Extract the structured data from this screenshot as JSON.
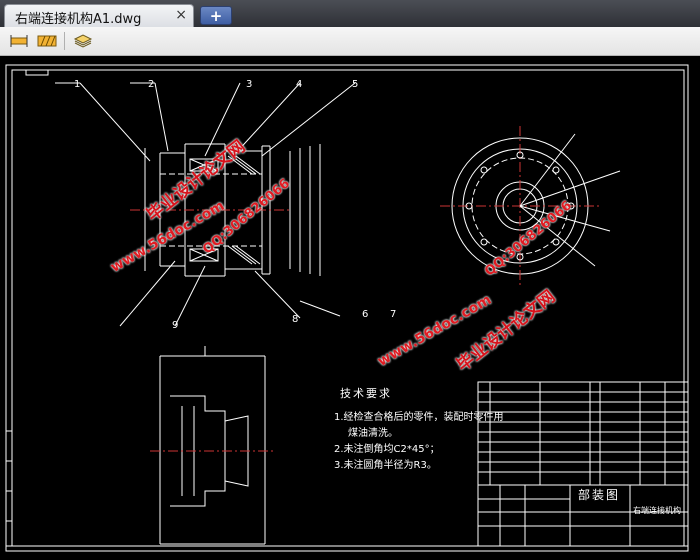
{
  "tab": {
    "title": "右端连接机构A1.dwg",
    "close": "×"
  },
  "new_tab": {
    "label": "+"
  },
  "toolbar": {
    "buttons": [
      "measure-icon",
      "hatch-icon",
      "layers-icon"
    ]
  },
  "drawing": {
    "part_numbers": [
      "1",
      "2",
      "3",
      "4",
      "5",
      "6",
      "7",
      "8",
      "9"
    ],
    "tech_requirements": {
      "title": "技术要求",
      "lines": [
        "1.经检查合格后的零件，装配时零件用",
        "煤油清洗。",
        "2.未注倒角均C2*45°；",
        "3.未注圆角半径为R3。"
      ]
    },
    "title_block": {
      "title": "部装图",
      "name": "右端连接机构"
    }
  },
  "watermarks": {
    "a": "毕业设计论文网",
    "b": "www.56doc.com",
    "c": "QQ:306826066",
    "d": "www.56doc.com",
    "e": "QQ:306826066",
    "f": "毕业设计论文网"
  }
}
